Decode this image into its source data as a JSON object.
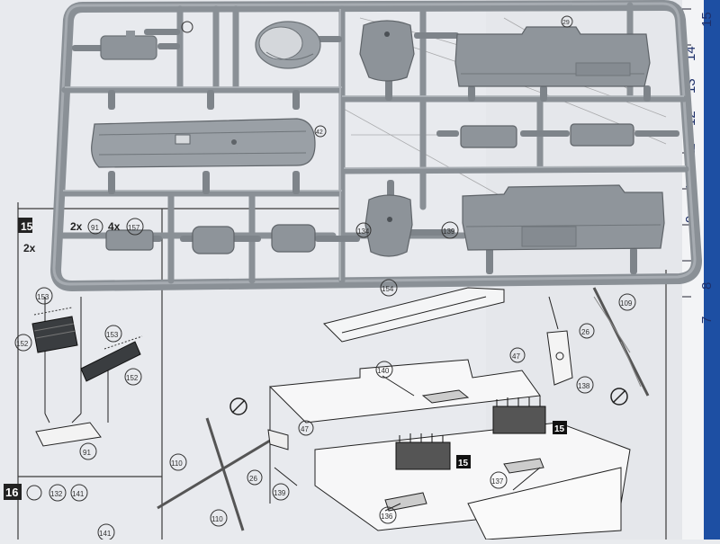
{
  "instructions": {
    "steps": {
      "step15": "15",
      "step16": "16"
    },
    "multipliers": {
      "twice": "2x",
      "four": "4x"
    },
    "part_numbers": {
      "p91": "91",
      "p152": "152",
      "p153": "153",
      "p157": "157",
      "p154": "154",
      "p140": "140",
      "p137": "137",
      "p136": "136",
      "p139": "139",
      "p138": "138",
      "p110": "110",
      "p47": "47",
      "p26": "26",
      "p109": "109",
      "p132": "132",
      "p141": "141",
      "p134": "134",
      "p29": "29",
      "p42": "42"
    },
    "sub_callouts": {
      "c15a": "15",
      "c15b": "15"
    }
  },
  "ruler": {
    "numbers": [
      "15",
      "14",
      "13",
      "12",
      "11",
      "10",
      "9",
      "8",
      "7"
    ]
  },
  "colors": {
    "paper": "#e9ebee",
    "plastic": "#8d9399",
    "plastic_shade": "#6c7277",
    "plastic_light": "#b2b7bc",
    "ruler_blue": "#1d4fa3",
    "ink": "#2a2a2a"
  }
}
